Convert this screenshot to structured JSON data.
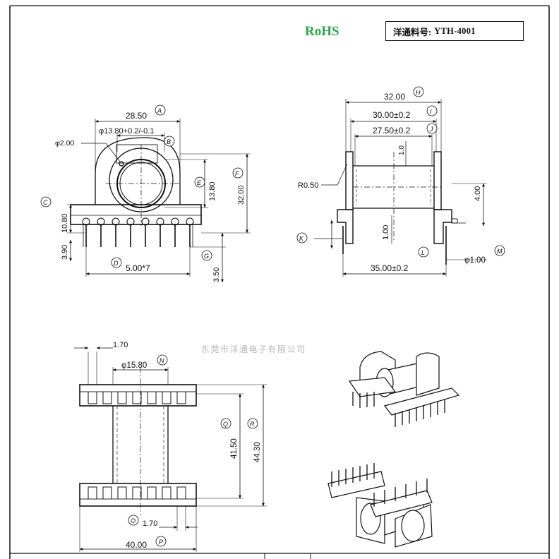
{
  "header": {
    "rohs_label": "RoHS",
    "part_label": "洋通料号:",
    "part_number": "YTH-4001"
  },
  "watermark": "东莞市洋通电子有限公司",
  "front_view": {
    "dim_A": "28.50",
    "tag_A": "A",
    "dim_B": "φ13.80+0.2/-0.1",
    "tag_B": "B",
    "dim_hole": "φ2.00",
    "dim_E": "13.80",
    "tag_E": "E",
    "dim_F": "32.00",
    "tag_F": "F",
    "dim_C": "10.80",
    "tag_C": "C",
    "dim_390": "3.90",
    "dim_D": "5.00*7",
    "tag_D": "D",
    "dim_G": "3.50",
    "tag_G": "G"
  },
  "side_view": {
    "dim_H": "32.00",
    "tag_H": "H",
    "dim_I": "30.00±0.2",
    "tag_I": "I",
    "dim_J": "27.50±0.2",
    "tag_J": "J",
    "dim_10a": "1.0",
    "dim_R": "R0.50",
    "dim_400": "4.00",
    "dim_100": "1.00",
    "tag_K": "K",
    "dim_L": "35.00±0.2",
    "tag_L": "L",
    "dim_M": "φ1.00",
    "tag_M": "M"
  },
  "bottom_view": {
    "dim_top": "1.70",
    "dim_N": "φ15.80",
    "tag_N": "N",
    "dim_Q": "41.50",
    "tag_Q": "Q",
    "dim_R": "44.30",
    "tag_R": "R",
    "dim_O": "1.70",
    "tag_O": "O",
    "dim_P": "40.00",
    "tag_P": "P"
  },
  "colors": {
    "rohs": "#2aa84a",
    "line": "#111111",
    "watermark": "#b8b8b8"
  }
}
